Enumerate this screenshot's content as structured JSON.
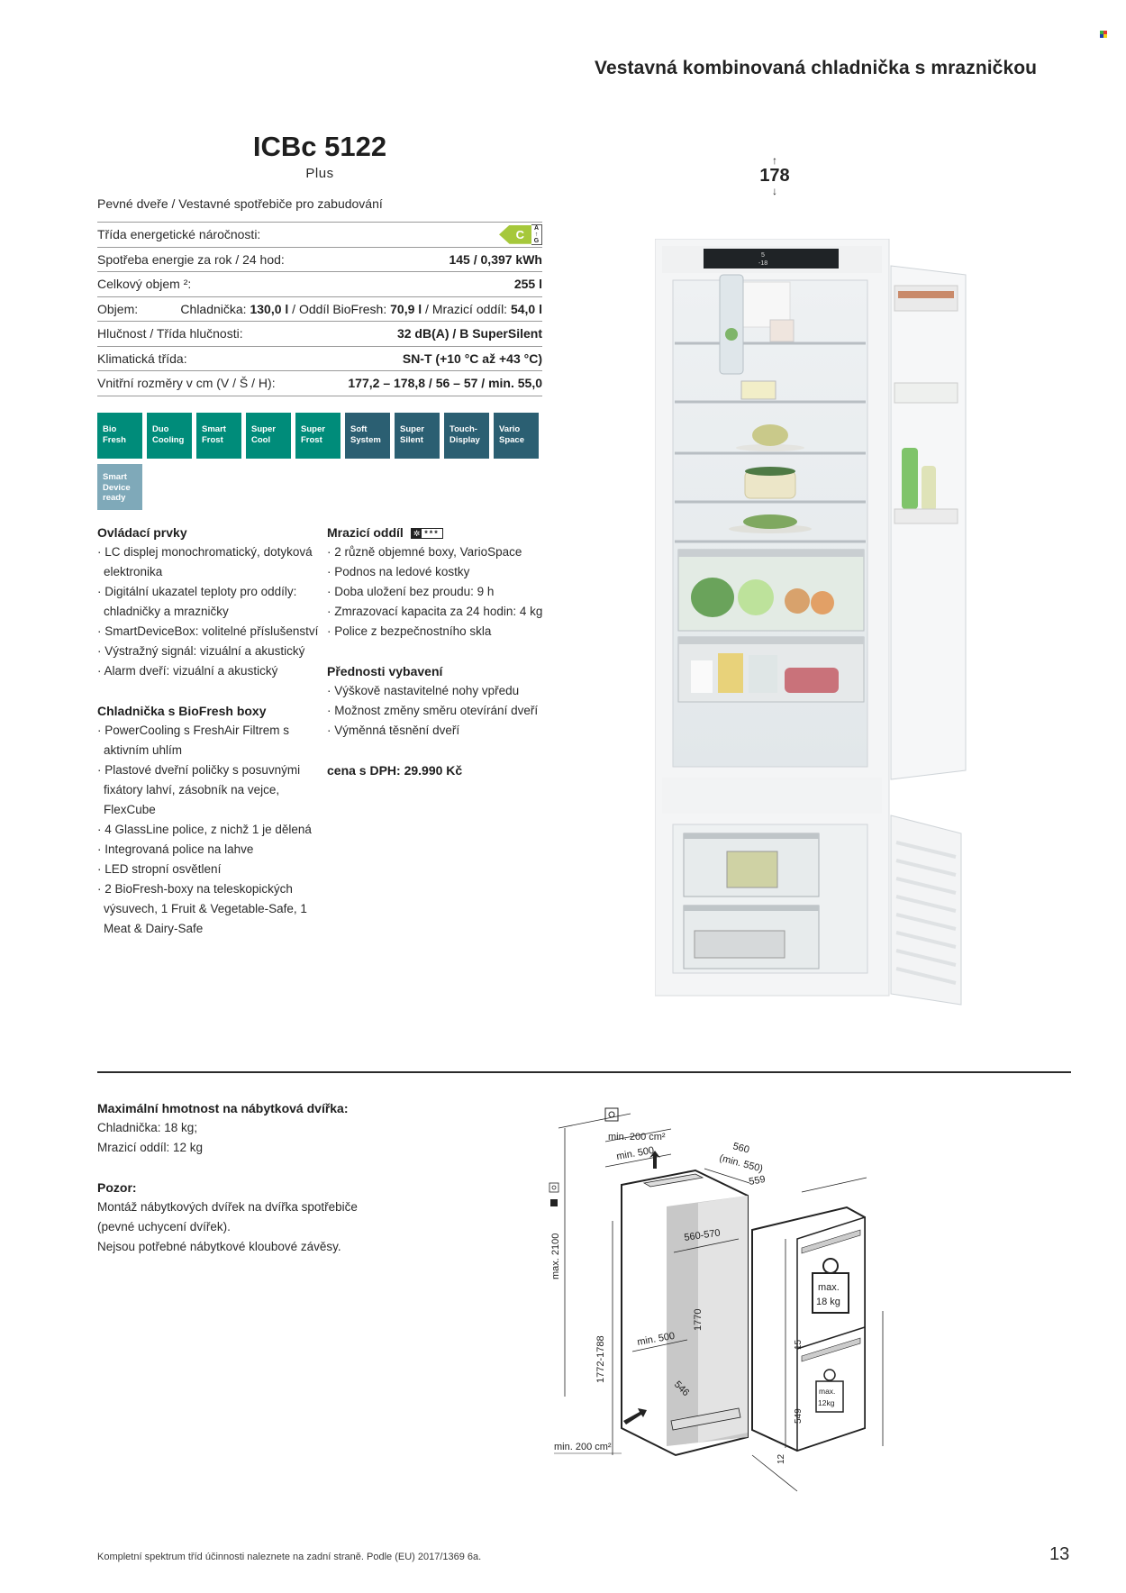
{
  "header": {
    "category_title": "Vestavná kombinovaná chladnička s mrazničkou",
    "brand_mark_colors": [
      "#3cb043",
      "#e53935",
      "#1e3fae",
      "#f4d31a"
    ]
  },
  "product": {
    "model": "ICBc 5122",
    "variant": "Plus",
    "door_type": "Pevné dveře / Vestavné spotřebiče pro zabudování"
  },
  "specs": {
    "energy_class": {
      "label": "Třída energetické náročnosti:",
      "value": "C",
      "scale_top": "A",
      "scale_bottom": "G",
      "color": "#a6c83b"
    },
    "energy_consumption": {
      "label": "Spotřeba energie za rok / 24 hod:",
      "value": "145 / 0,397 kWh"
    },
    "total_volume": {
      "label": "Celkový objem ²:",
      "value": "255 l"
    },
    "volume": {
      "label": "Objem:",
      "fridge_label": "Chladnička: ",
      "fridge_value": "130,0 l",
      "biofresh_label": " / Oddíl BioFresh: ",
      "biofresh_value": "70,9 l",
      "freezer_label": " / Mrazicí oddíl: ",
      "freezer_value": "54,0 l"
    },
    "noise": {
      "label": "Hlučnost / Třída hlučnosti:",
      "value": "32 dB(A) / B SuperSilent"
    },
    "climate_class": {
      "label": "Klimatická třída:",
      "value": "SN-T (+10 °C až +43 °C)"
    },
    "inner_dimensions": {
      "label": "Vnitřní rozměry v cm (V / Š / H):",
      "value": "177,2 – 178,8 / 56 – 57 / min. 55,0"
    }
  },
  "features": [
    {
      "line1": "Bio",
      "line2": "Fresh",
      "line3": "",
      "style": "teal"
    },
    {
      "line1": "Duo",
      "line2": "Cooling",
      "line3": "",
      "style": "teal"
    },
    {
      "line1": "Smart",
      "line2": "Frost",
      "line3": "",
      "style": "teal"
    },
    {
      "line1": "Super",
      "line2": "Cool",
      "line3": "",
      "style": "teal"
    },
    {
      "line1": "Super",
      "line2": "Frost",
      "line3": "",
      "style": "teal"
    },
    {
      "line1": "Soft",
      "line2": "System",
      "line3": "",
      "style": "navy"
    },
    {
      "line1": "Super",
      "line2": "Silent",
      "line3": "",
      "style": "navy"
    },
    {
      "line1": "Touch-",
      "line2": "Display",
      "line3": "",
      "style": "navy"
    },
    {
      "line1": "Vario",
      "line2": "Space",
      "line3": "",
      "style": "navy"
    },
    {
      "line1": "Smart",
      "line2": "Device",
      "line3": "ready",
      "style": "light"
    }
  ],
  "feature_colors": {
    "teal": "#008c7a",
    "navy": "#2b5f72",
    "light": "#7fa9b9"
  },
  "controls": {
    "title": "Ovládací prvky",
    "items": [
      "· LC displej monochromatický, dotyková elektronika",
      "· Digitální ukazatel teploty pro oddíly: chladničky a mrazničky",
      "· SmartDeviceBox: volitelné příslušenství",
      "· Výstražný signál: vizuální a akustický",
      "· Alarm dveří: vizuální a akustický"
    ]
  },
  "fridge_section": {
    "title": "Chladnička s BioFresh boxy",
    "items": [
      "· PowerCooling s FreshAir Filtrem s aktivním uhlím",
      "· Plastové dveřní poličky s posuvnými fixátory lahví, zásobník na vejce, FlexCube",
      "· 4 GlassLine police, z nichž 1 je dělená",
      "· Integrovaná police na lahve",
      "· LED stropní osvětlení",
      "· 2 BioFresh-boxy na teleskopických výsuvech, 1 Fruit & Vegetable-Safe, 1 Meat & Dairy-Safe"
    ]
  },
  "freezer_section": {
    "title": "Mrazicí oddíl",
    "star_rating": "* ***",
    "items": [
      "· 2 různě objemné boxy, VarioSpace",
      "· Podnos na ledové kostky",
      "· Doba uložení bez proudu: 9 h",
      "· Zmrazovací kapacita za 24 hodin: 4 kg",
      "· Police z bezpečnostního skla"
    ]
  },
  "advantages": {
    "title": "Přednosti vybavení",
    "items": [
      "· Výškově nastavitelné nohy vpředu",
      "· Možnost změny směru otevírání dveří",
      "· Výměnná těsnění dveří"
    ]
  },
  "price": {
    "text": "cena s DPH: 29.990 Kč"
  },
  "height_badge": {
    "value": "178"
  },
  "photo": {
    "fridge_display_top": "5",
    "fridge_display_bottom": "-18"
  },
  "door_weight": {
    "title": "Maximální hmotnost na nábytková dvířka:",
    "fridge": "Chladnička: 18 kg;",
    "freezer": "Mrazicí oddíl: 12 kg"
  },
  "warning": {
    "title": "Pozor:",
    "line1": "Montáž nábytkových dvířek na dvířka spotřebiče",
    "line2": "(pevné uchycení dvířek).",
    "line3": "Nejsou potřebné nábytkové kloubové závěsy."
  },
  "diagram": {
    "vent_top": "min. 200 cm²",
    "depth_top": "min. 500",
    "niche_depth": "560",
    "niche_depth_min": "(min. 550)",
    "niche_width": "560-570",
    "max_height": "max. 2100",
    "niche_height": "1772-1788",
    "inner_depth": "min. 500",
    "vent_bottom": "min. 200 cm²",
    "appliance_width": "559",
    "appliance_height": "1770",
    "appliance_depth": "546",
    "gap_top": "15",
    "freezer_door": "549",
    "gap_bottom": "12",
    "weight_fridge": "max.",
    "weight_fridge_kg": "18 kg",
    "weight_freezer": "max.",
    "weight_freezer_kg": "12kg"
  },
  "footer": {
    "note": "Kompletní spektrum tříd účinnosti naleznete na zadní straně. Podle (EU) 2017/1369 6a.",
    "page_number": "13"
  }
}
